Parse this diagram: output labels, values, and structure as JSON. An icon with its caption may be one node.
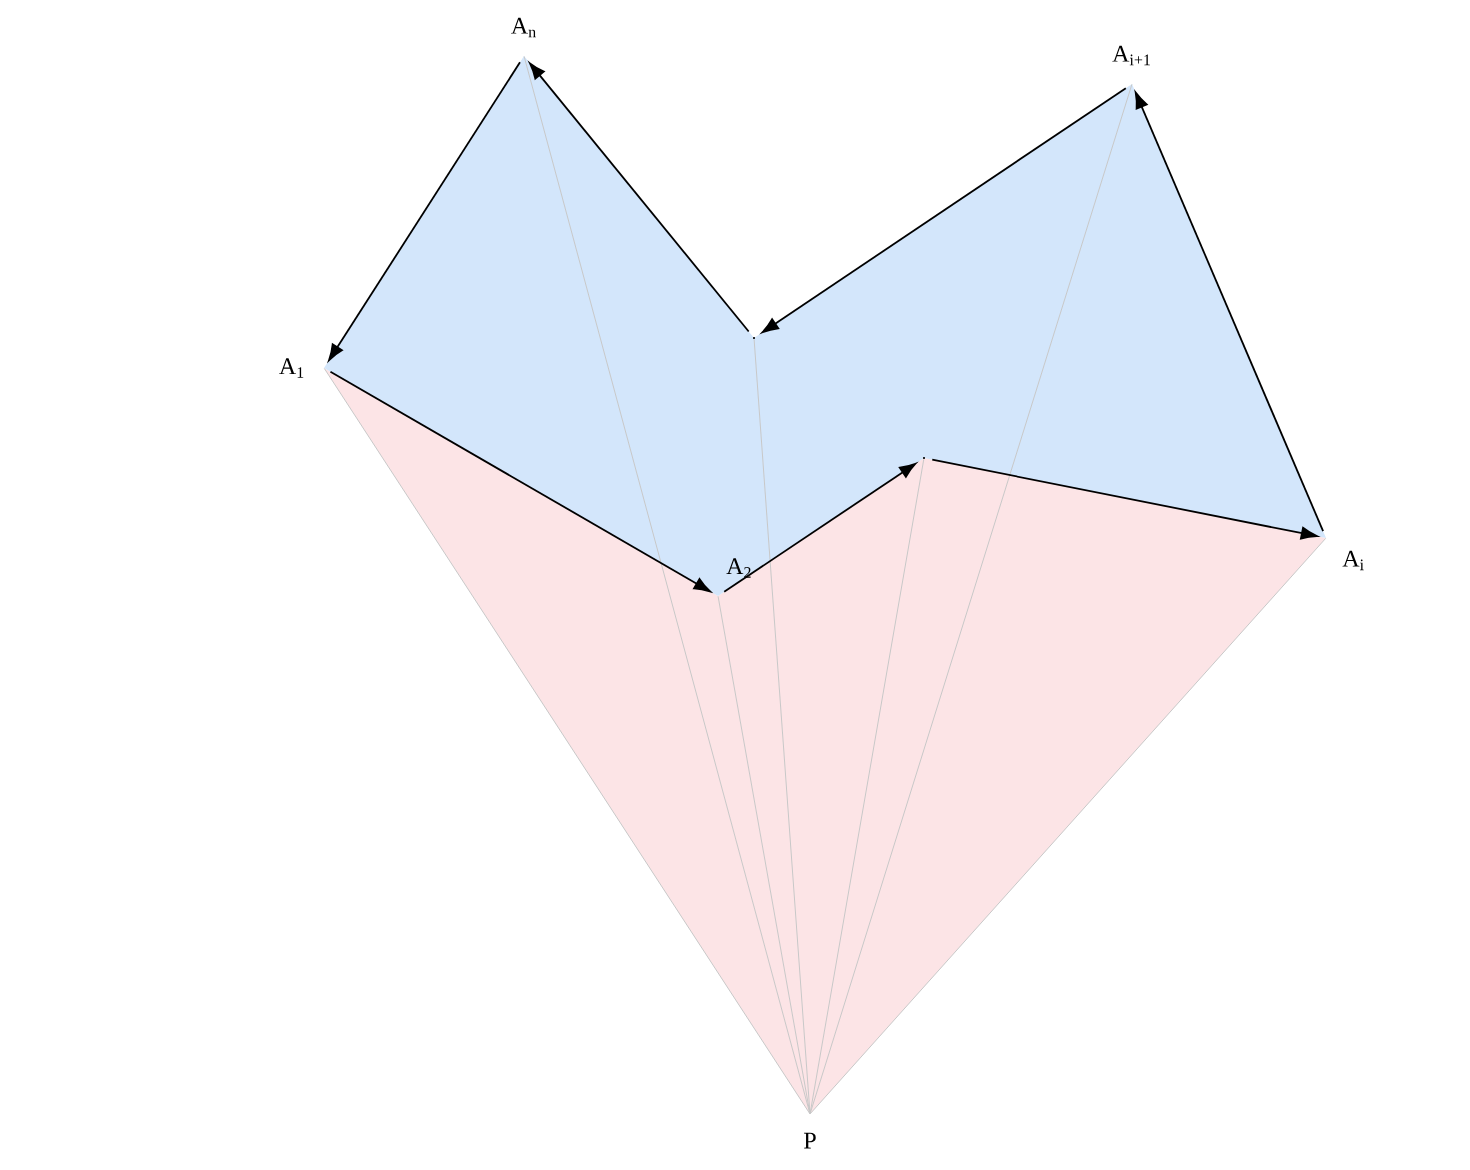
{
  "diagram": {
    "nodes": [
      {
        "text": [
          "A$_{1}$"
        ]
      },
      {
        "text": [
          "A$_{2}$"
        ]
      },
      {
        "text": [],
        "shape": "point"
      },
      {
        "text": [
          "A$_{i}$"
        ]
      },
      {
        "text": [
          "A$_{i+1}$"
        ]
      },
      {
        "text": [],
        "shape": "point"
      },
      {
        "text": [
          "A$_{n}$"
        ]
      },
      {
        "text": [
          "P"
        ]
      }
    ],
    "edges": [
      {
        "from": 0,
        "to": 1,
        "arrow": "to"
      },
      {
        "from": 1,
        "to": 2,
        "arrow": "to"
      },
      {
        "from": 2,
        "to": 3,
        "arrow": "to"
      },
      {
        "from": 3,
        "to": 4,
        "arrow": "to"
      },
      {
        "from": 4,
        "to": 5,
        "arrow": "to"
      },
      {
        "from": 5,
        "to": 6,
        "arrow": "to"
      },
      {
        "from": 6,
        "to": 0,
        "arrow": "to"
      },
      {
        "from": 7,
        "to": 0,
        "arrow": "none",
        "color": "#c8c8c8"
      },
      {
        "from": 7,
        "to": 1,
        "arrow": "none",
        "color": "#c8c8c8"
      },
      {
        "from": 7,
        "to": 2,
        "arrow": "none",
        "color": "#c8c8c8"
      },
      {
        "from": 7,
        "to": 3,
        "arrow": "none",
        "color": "#c8c8c8"
      },
      {
        "from": 7,
        "to": 4,
        "arrow": "none",
        "color": "#c8c8c8"
      },
      {
        "from": 7,
        "to": 5,
        "arrow": "none",
        "color": "#c8c8c8"
      },
      {
        "from": 7,
        "to": 6,
        "arrow": "none",
        "color": "#c8c8c8"
      }
    ]
  }
}
